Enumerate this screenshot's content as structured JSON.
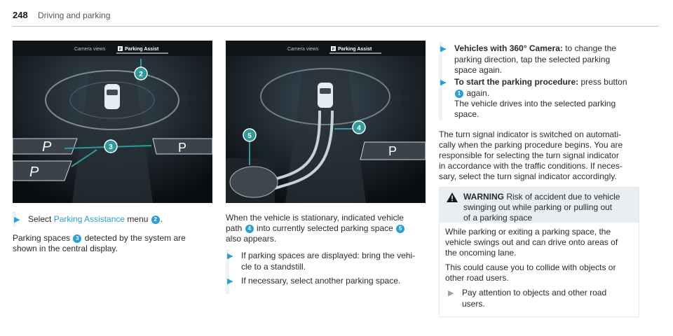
{
  "header": {
    "page_number": "248",
    "section_title": "Driving and parking"
  },
  "screen1": {
    "tab_camera": "Camera views",
    "tab_parking": "Parking Assist",
    "tab_parking_icon": "P",
    "callout_a": "2",
    "callout_b": "3",
    "space_label": "P"
  },
  "screen2": {
    "tab_camera": "Camera views",
    "tab_parking": "Parking Assist",
    "tab_parking_icon": "P",
    "callout_a": "5",
    "callout_b": "4",
    "space_label": "P"
  },
  "col1": {
    "step_select_pre": "Select ",
    "step_select_link": "Parking Assistance",
    "step_select_mid": " menu ",
    "step_select_num": "2",
    "step_select_end": ".",
    "para_pre": "Parking spaces ",
    "para_num": "3",
    "para_line1_post": " detected by the system are",
    "para_line2": "shown in the central display."
  },
  "col2": {
    "line1": "When the vehicle is stationary, indicated vehicle",
    "line2_pre": "path ",
    "line2_num1": "4",
    "line2_mid": " into currently selected parking space ",
    "line2_num2": "5",
    "line3": "also appears.",
    "step1_line1": "If parking spaces are displayed: bring the vehi-",
    "step1_line2": "cle to a standstill.",
    "step2": "If necessary, select another parking space."
  },
  "col3": {
    "step1_bold": "Vehicles with 360° Camera:",
    "step1_line1_post": " to change the",
    "step1_line2": "parking direction, tap the selected parking",
    "step1_line3": "space again.",
    "step2_bold": "To start the parking procedure:",
    "step2_line1_post": " press button",
    "step2_num": "1",
    "step2_line2_post": " again.",
    "step2_line3": "The vehicle drives into the selected parking",
    "step2_line4": "space.",
    "para_lines": [
      "The turn signal indicator is switched on automati-",
      "cally when the parking procedure begins. You are",
      "responsible for selecting the turn signal indicator",
      "in accordance with the traffic conditions. If neces-",
      "sary, select the turn signal indicator accordingly."
    ],
    "warning": {
      "title": "WARNING",
      "head_line1_post": " Risk of accident due to vehicle",
      "head_line2": "swinging out while parking or pulling out",
      "head_line3": "of a parking space",
      "body_lines": [
        "While parking or exiting a parking space, the",
        "vehicle swings out and can drive onto areas of",
        "the oncoming lane."
      ],
      "body_lines2": [
        "This could cause you to collide with objects or",
        "other road users."
      ],
      "step_line1": "Pay attention to objects and other road",
      "step_line2": "users."
    }
  },
  "colors": {
    "accent": "#2a9fd6",
    "warning_bg": "#e9eef1",
    "callout": "#2f9a9c"
  },
  "icons": {
    "step_arrow": "triangle-right-icon",
    "warning": "warning-triangle-icon"
  }
}
